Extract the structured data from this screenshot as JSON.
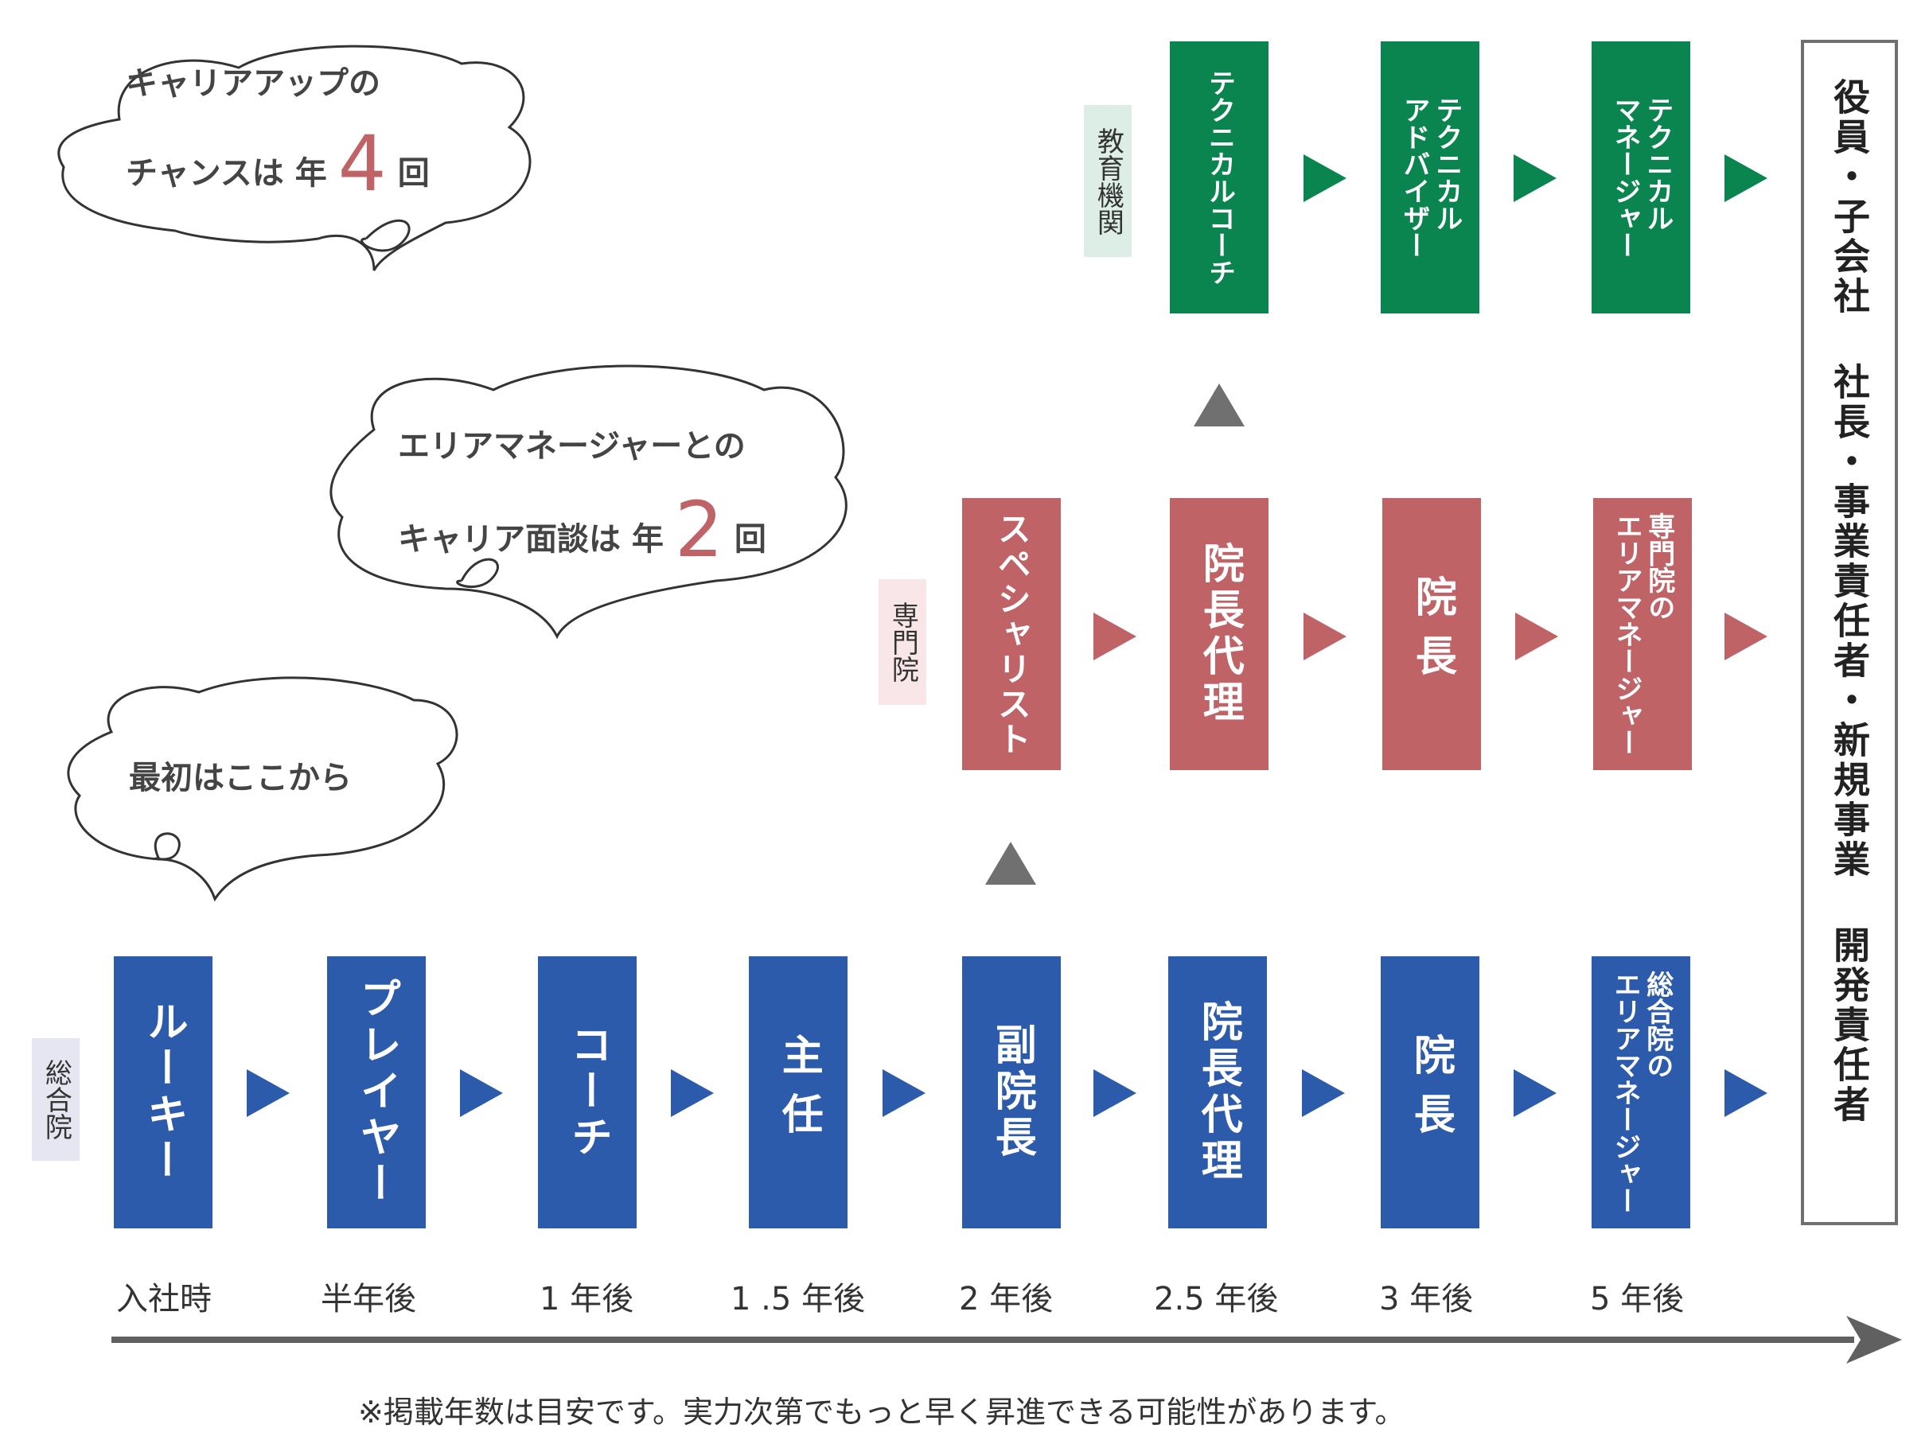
{
  "bubbles": {
    "b1_line1": "キャリアアップの",
    "b1_line2": "チャンスは 年",
    "b1_num": "4",
    "b1_unit": "回",
    "b2_line1": "エリアマネージャーとの",
    "b2_line2": "キャリア面談は 年",
    "b2_num": "2",
    "b2_unit": "回",
    "b3_line1": "最初はここから"
  },
  "categories": {
    "general": "総合院",
    "specialty": "専門院",
    "education": "教育機関"
  },
  "general_track": [
    "ルーキー",
    "プレイヤー",
    "コーチ",
    "主任",
    "副院長",
    "院長代理",
    "院長",
    "総合院の\nエリアマネージャー"
  ],
  "specialty_track": [
    "スペシャリスト",
    "院長代理",
    "院長",
    "専門院の\nエリアマネージャー"
  ],
  "education_track": [
    "テクニカルコーチ",
    "テクニカル\nアドバイザー",
    "テクニカル\nマネージャー"
  ],
  "goal": "役員・子会社 社長・事業責任者・新規事業 開発責任者",
  "timeline": [
    "入社時",
    "半年後",
    "1 年後",
    "1 .5 年後",
    "2 年後",
    "2.5 年後",
    "3 年後",
    "5 年後"
  ],
  "note": "※掲載年数は目安です。実力次第でもっと早く昇進できる可能性があります。"
}
